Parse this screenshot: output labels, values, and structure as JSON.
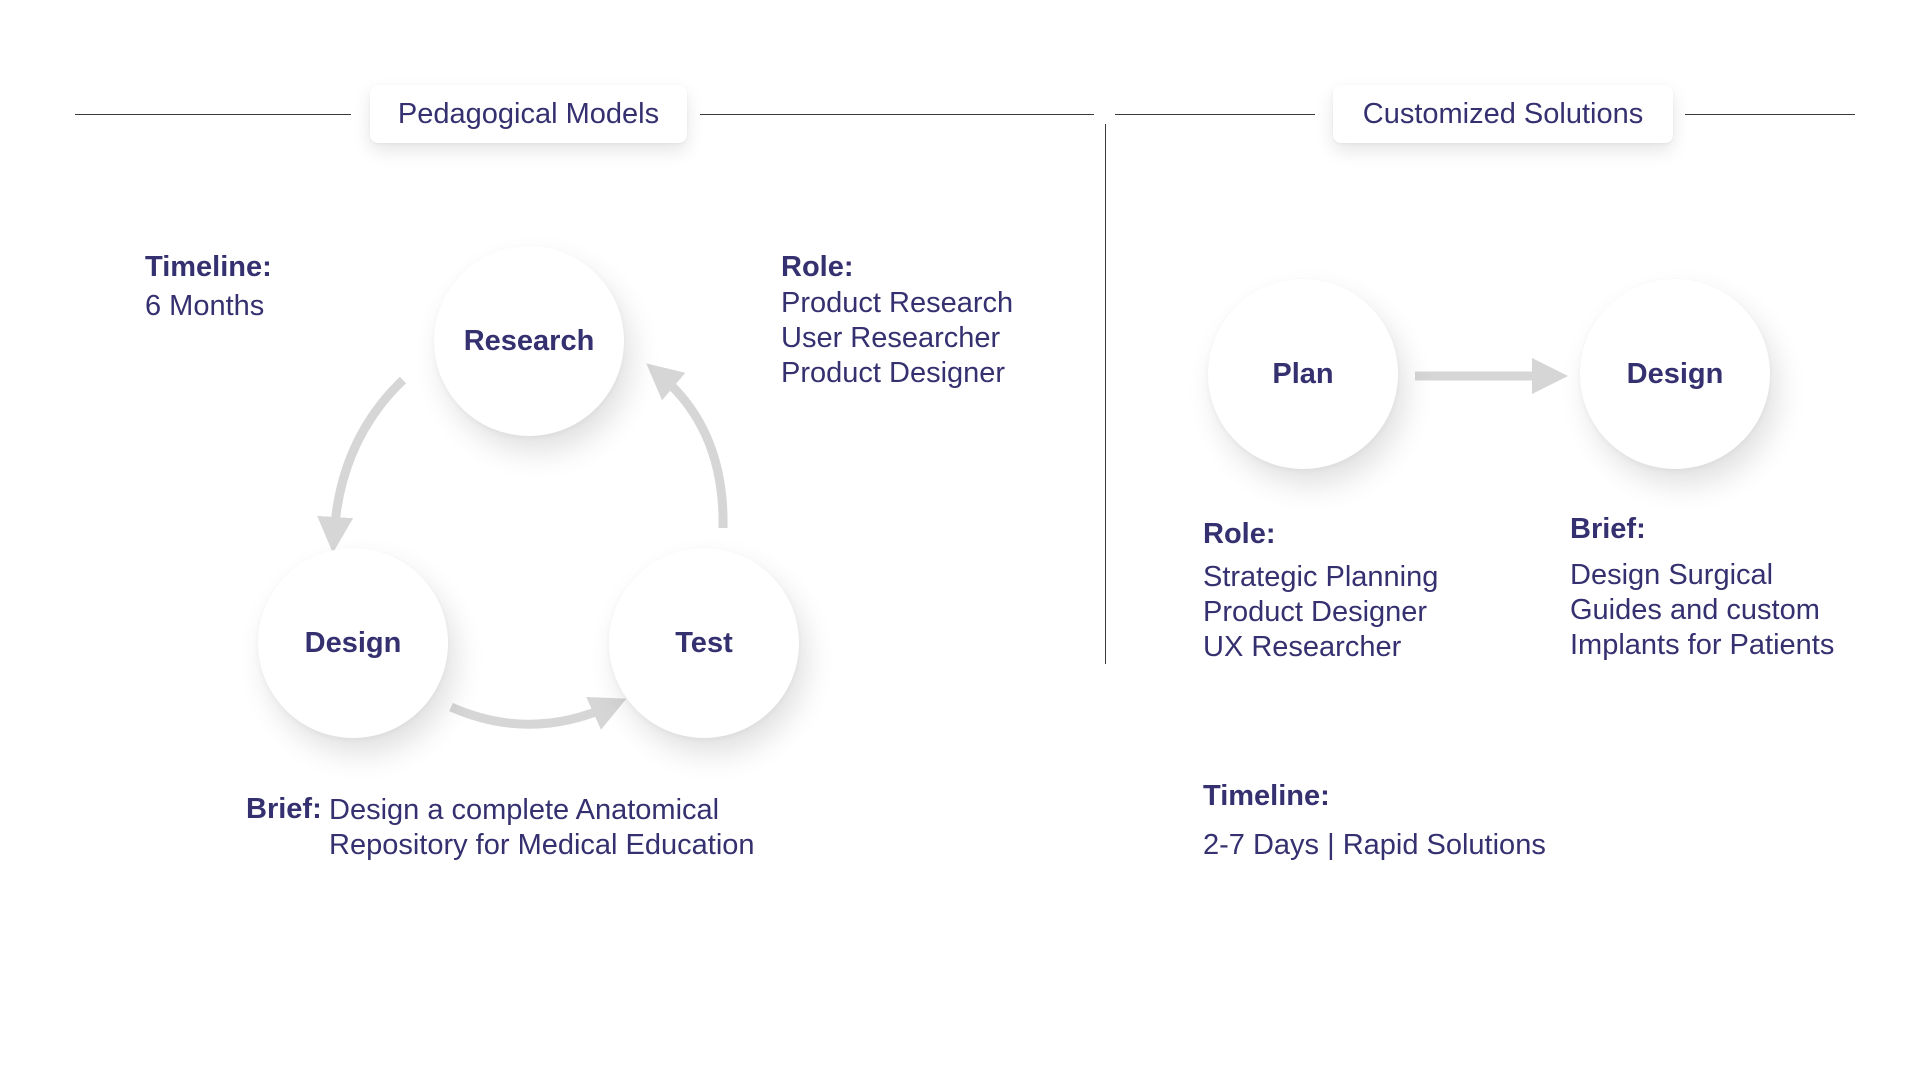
{
  "left": {
    "title": "Pedagogical Models",
    "timeline": {
      "label": "Timeline:",
      "value": "6 Months"
    },
    "role": {
      "label": "Role:",
      "lines": [
        "Product Research",
        "User Researcher",
        "Product Designer"
      ]
    },
    "cycle": {
      "nodes": [
        "Research",
        "Design",
        "Test"
      ]
    },
    "brief": {
      "label": "Brief:",
      "lines": [
        "Design a complete Anatomical",
        "Repository for Medical Education"
      ]
    }
  },
  "right": {
    "title": "Customized Solutions",
    "flow": {
      "nodes": [
        "Plan",
        "Design"
      ]
    },
    "role": {
      "label": "Role:",
      "lines": [
        "Strategic Planning",
        "Product Designer",
        "UX Researcher"
      ]
    },
    "brief": {
      "label": "Brief:",
      "lines": [
        "Design Surgical",
        "Guides and custom",
        "Implants for Patients"
      ]
    },
    "timeline": {
      "label": "Timeline:",
      "value": "2-7 Days | Rapid Solutions"
    }
  },
  "colors": {
    "text": "#35306f",
    "arrow": "#d6d6d6",
    "rule": "#3a3a3a"
  }
}
